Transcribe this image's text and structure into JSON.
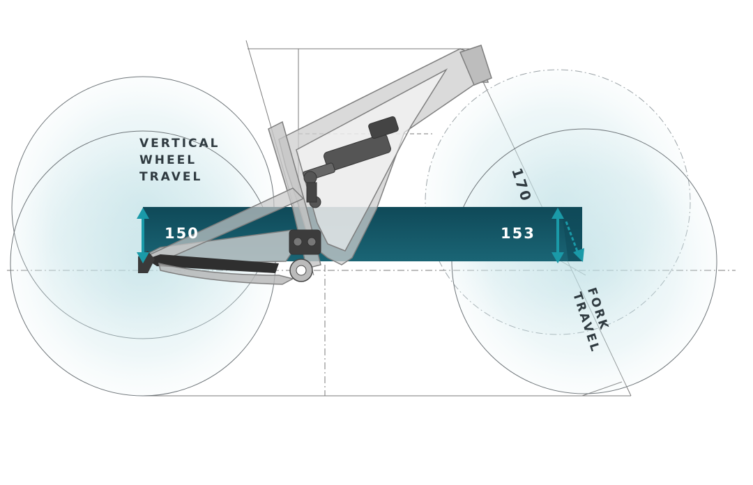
{
  "labels": {
    "vertical_wheel_travel": [
      "VERTICAL",
      "WHEEL",
      "TRAVEL"
    ],
    "fork_travel": [
      "FORK",
      "TRAVEL"
    ]
  },
  "values": {
    "rear_travel": "150",
    "front_travel": "153",
    "fork_travel": "170"
  },
  "colors": {
    "band": "#124f5f",
    "wheel_tint": "#cfe8ec",
    "arrow": "#1a9aa8",
    "frame": "#9a9a9a",
    "line": "#6c6c6c"
  }
}
